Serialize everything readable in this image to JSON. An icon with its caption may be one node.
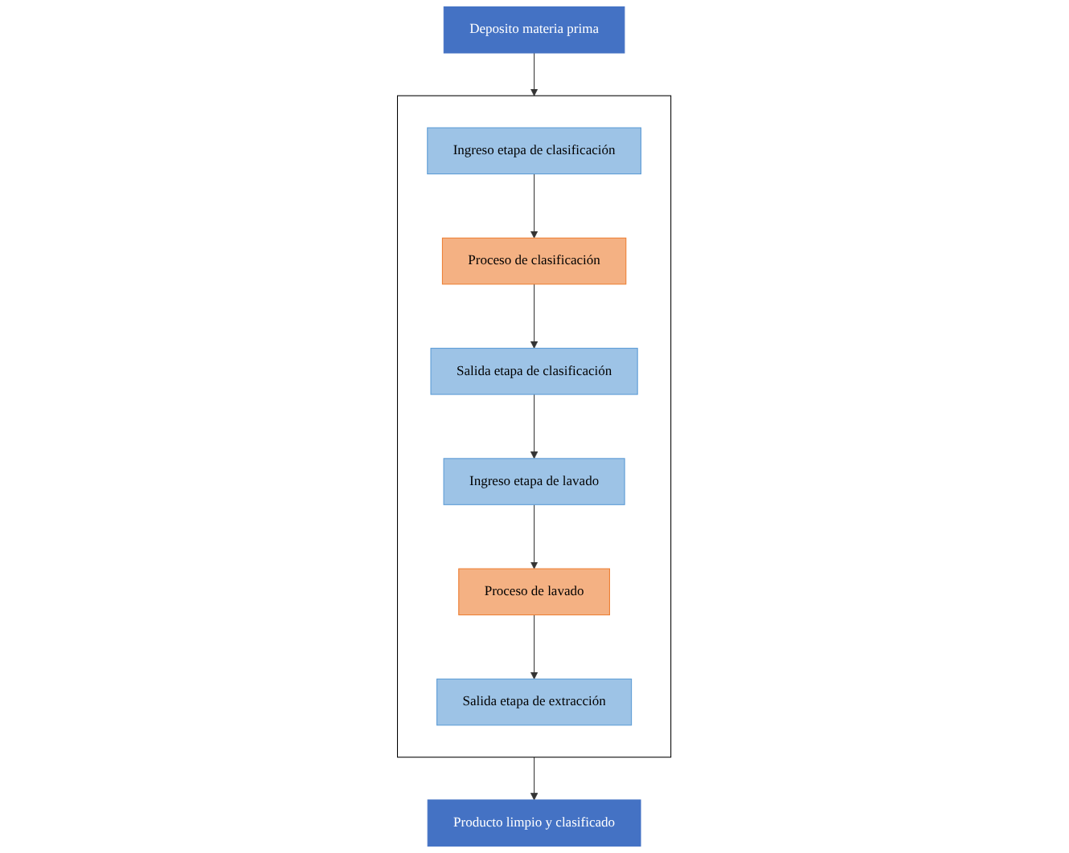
{
  "diagram": {
    "nodes": [
      {
        "text": [
          "Deposito materia prima"
        ]
      },
      {
        "text": [],
        "shape": "box"
      },
      {
        "text": [
          "Ingreso etapa de clasificación"
        ],
        "in": 1
      },
      {
        "text": [
          "Proceso de clasificación"
        ],
        "in": 1
      },
      {
        "text": [
          "Salida etapa de clasificación"
        ],
        "in": 1
      },
      {
        "text": [
          "Ingreso etapa de lavado"
        ],
        "in": 1
      },
      {
        "text": [
          "Proceso de lavado"
        ],
        "in": 1
      },
      {
        "text": [
          "Salida etapa de extracción"
        ],
        "in": 1
      },
      {
        "text": [
          "Producto limpio y clasificado"
        ]
      }
    ],
    "edges": [
      {
        "from": 0,
        "to": 1,
        "arrow": "to"
      },
      {
        "from": 2,
        "to": 3,
        "arrow": "to"
      },
      {
        "from": 3,
        "to": 4,
        "arrow": "to"
      },
      {
        "from": 4,
        "to": 5,
        "arrow": "to"
      },
      {
        "from": 5,
        "to": 6,
        "arrow": "to"
      },
      {
        "from": 6,
        "to": 7,
        "arrow": "to"
      },
      {
        "from": 1,
        "to": 8,
        "arrow": "to"
      }
    ]
  }
}
